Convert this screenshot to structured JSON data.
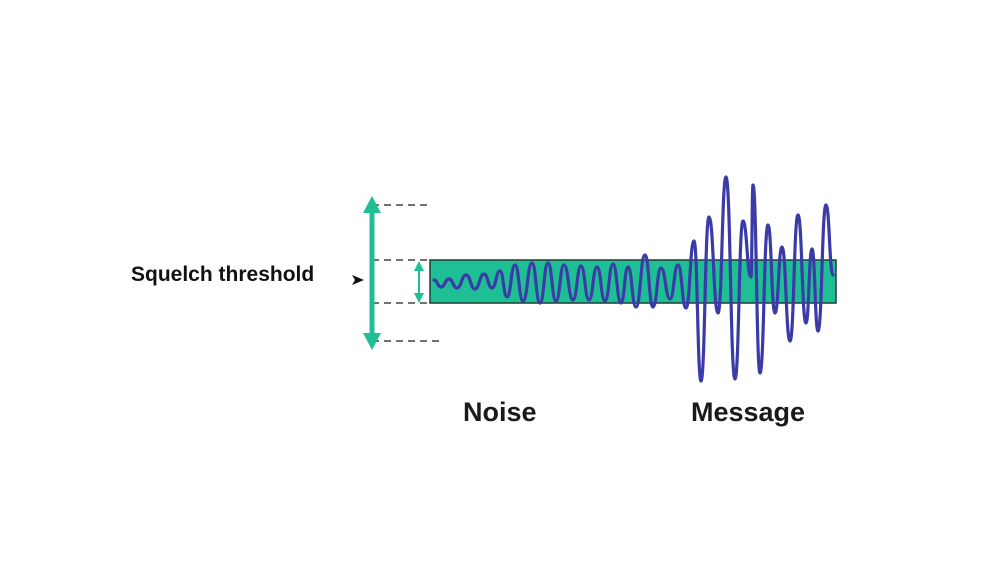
{
  "labels": {
    "squelch": "Squelch threshold",
    "noise": "Noise",
    "message": "Message"
  },
  "colors": {
    "band_fill": "#1fbf95",
    "band_stroke": "#1f3b33",
    "wave": "#3b3ba8",
    "arrow": "#1fbf95",
    "dash": "#444444",
    "pointer": "#111111"
  }
}
